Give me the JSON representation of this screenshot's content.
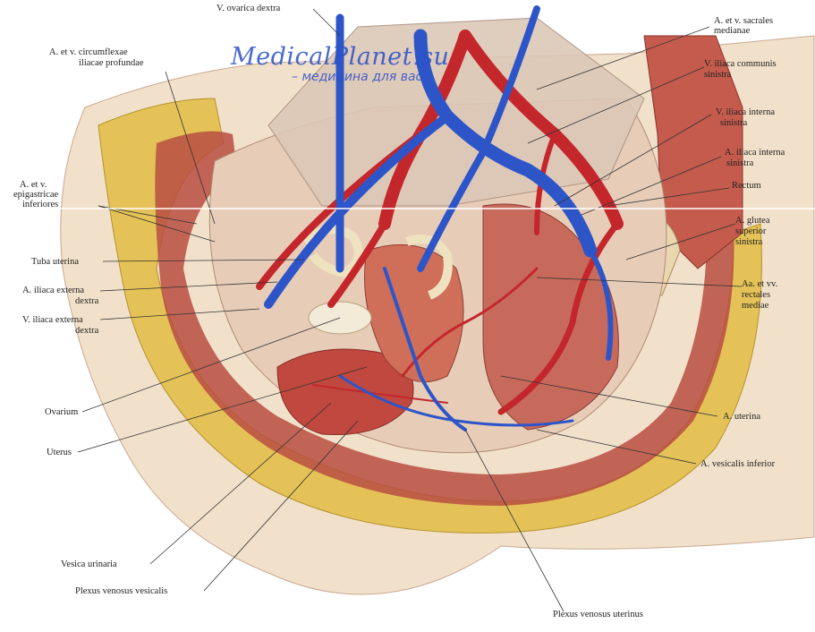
{
  "watermark": {
    "line1": "MedicalPlanet.su",
    "line2": "– медицина для вас"
  },
  "labels": {
    "v_ovarica_dextra": "V. ovarica dextra",
    "a_et_v_circumflexae_1": "A. et v. circumflexae",
    "a_et_v_circumflexae_2": "iliacae profundae",
    "a_et_v_epigastricae_1": "A. et v.",
    "a_et_v_epigastricae_2": "epigastricae",
    "a_et_v_epigastricae_3": "inferiores",
    "tuba_uterina": "Tuba uterina",
    "a_iliaca_externa_1": "A. iliaca externa",
    "a_iliaca_externa_2": "dextra",
    "v_iliaca_externa_1": "V. iliaca externa",
    "v_iliaca_externa_2": "dextra",
    "ovarium": "Ovarium",
    "uterus": "Uterus",
    "vesica_urinaria": "Vesica urinaria",
    "plexus_venosus_vesicalis": "Plexus venosus vesicalis",
    "plexus_venosus_uterinus": "Plexus venosus uterinus",
    "a_et_v_sacrales_1": "A. et v. sacrales",
    "a_et_v_sacrales_2": "medianae",
    "v_iliaca_communis_1": "V. iliaca communis",
    "v_iliaca_communis_2": "sinistra",
    "v_iliaca_interna_1": "V. iliaca interna",
    "v_iliaca_interna_2": "sinistra",
    "a_iliaca_interna_1": "A. iliaca interna",
    "a_iliaca_interna_2": "sinistra",
    "rectum": "Rectum",
    "a_glutea_1": "A. glutea",
    "a_glutea_2": "superior",
    "a_glutea_3": "sinistra",
    "aa_et_vv_rectales_1": "Aa. et vv.",
    "aa_et_vv_rectales_2": "rectales",
    "aa_et_vv_rectales_3": "mediae",
    "a_uterina": "A. uterina",
    "a_vesicalis_inferior": "A. vesicalis inferior"
  },
  "colors": {
    "artery": "#c4272b",
    "vein": "#2e55c8",
    "fat": "#e6c45a",
    "muscle": "#b8463c",
    "skin": "#f0dcc4",
    "bone": "#efe3c8"
  }
}
